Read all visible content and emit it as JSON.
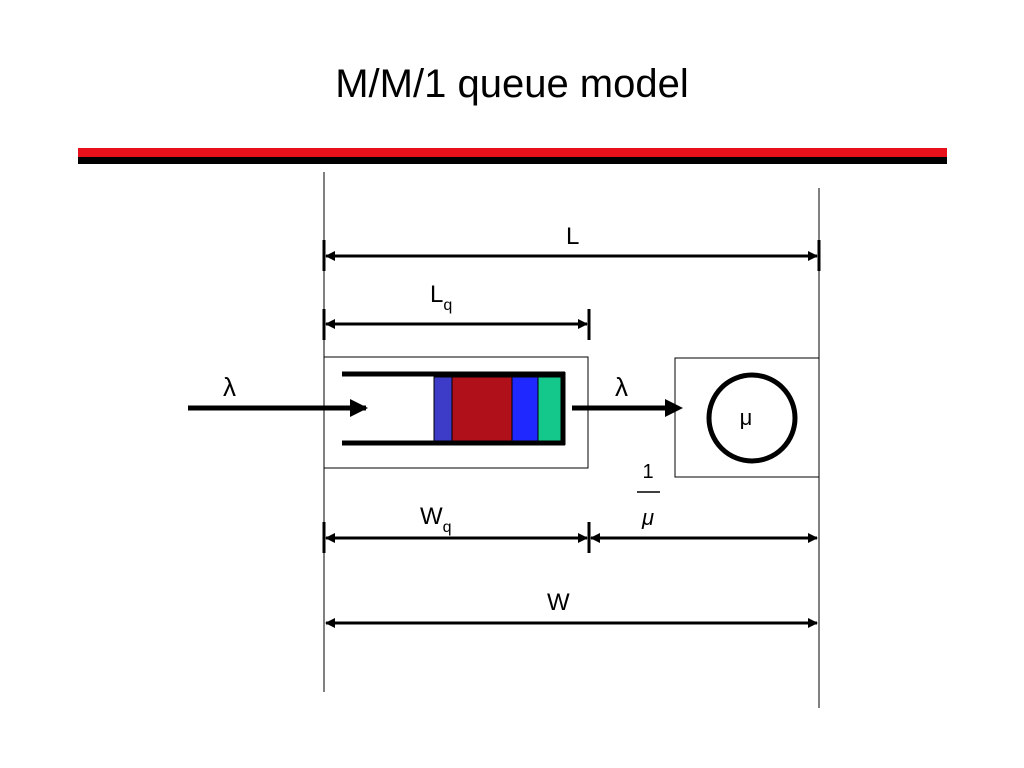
{
  "title": "M/M/1 queue model",
  "colors": {
    "rule_red": "#e8101a",
    "rule_black": "#000000",
    "packet_dark_blue": "#3c3cc8",
    "packet_red": "#b0101a",
    "packet_blue": "#1e28ff",
    "packet_green": "#14c88c"
  },
  "labels": {
    "L": "L",
    "Lq_main": "L",
    "Lq_sub": "q",
    "arrival_rate": "λ",
    "departure_rate": "λ",
    "service_rate": "μ",
    "service_time_num": "1",
    "service_time_den": "μ",
    "Wq_main": "W",
    "Wq_sub": "q",
    "W": "W"
  }
}
